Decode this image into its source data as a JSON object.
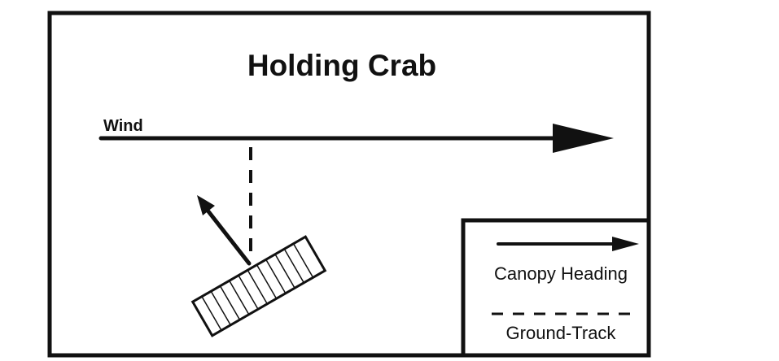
{
  "title": "Holding Crab",
  "wind_label": "Wind",
  "legend": {
    "heading_label": "Canopy Heading",
    "track_label": "Ground-Track"
  },
  "colors": {
    "ink": "#111111",
    "background": "#ffffff"
  }
}
